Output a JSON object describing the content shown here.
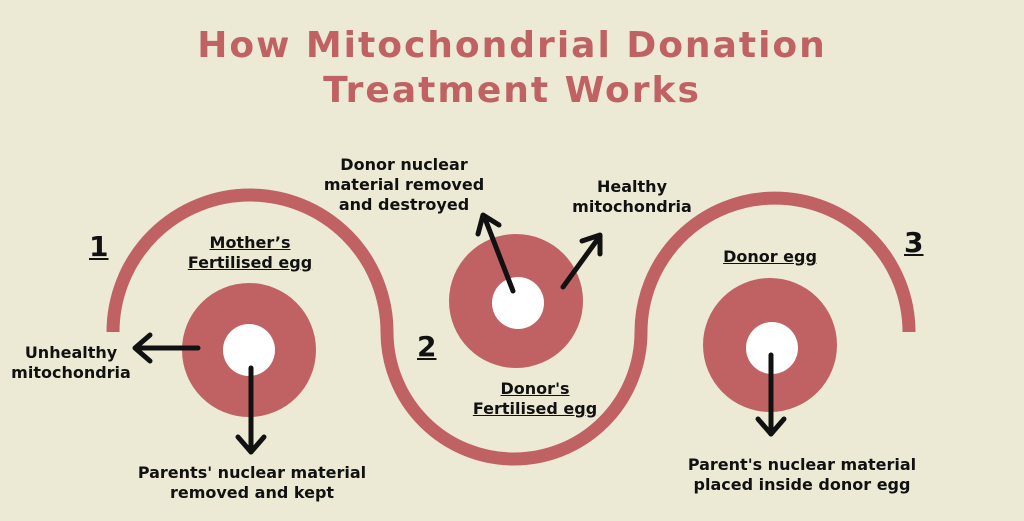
{
  "title": {
    "line1": "How Mitochondrial Donation",
    "line2": "Treatment Works"
  },
  "steps": [
    {
      "number": "1",
      "label_line1": "Mother’s",
      "label_line2": "Fertilised egg"
    },
    {
      "number": "2",
      "label_line1": "Donor's",
      "label_line2": "Fertilised egg"
    },
    {
      "number": "3",
      "label_line1": "Donor egg",
      "label_line2": ""
    }
  ],
  "annotations": {
    "unhealthy": {
      "line1": "Unhealthy",
      "line2": "mitochondria"
    },
    "parents_removed": {
      "line1": "Parents' nuclear material",
      "line2": "removed and kept"
    },
    "donor_removed": {
      "line1": "Donor nuclear",
      "line2": "material removed",
      "line3": "and destroyed"
    },
    "healthy": {
      "line1": "Healthy",
      "line2": "mitochondria"
    },
    "placed": {
      "line1": "Parent's nuclear material",
      "line2": "placed inside donor egg"
    }
  },
  "colors": {
    "background": "#ecead5",
    "accent": "#c06263",
    "nucleus": "#ffffff",
    "arrow": "#111111"
  }
}
